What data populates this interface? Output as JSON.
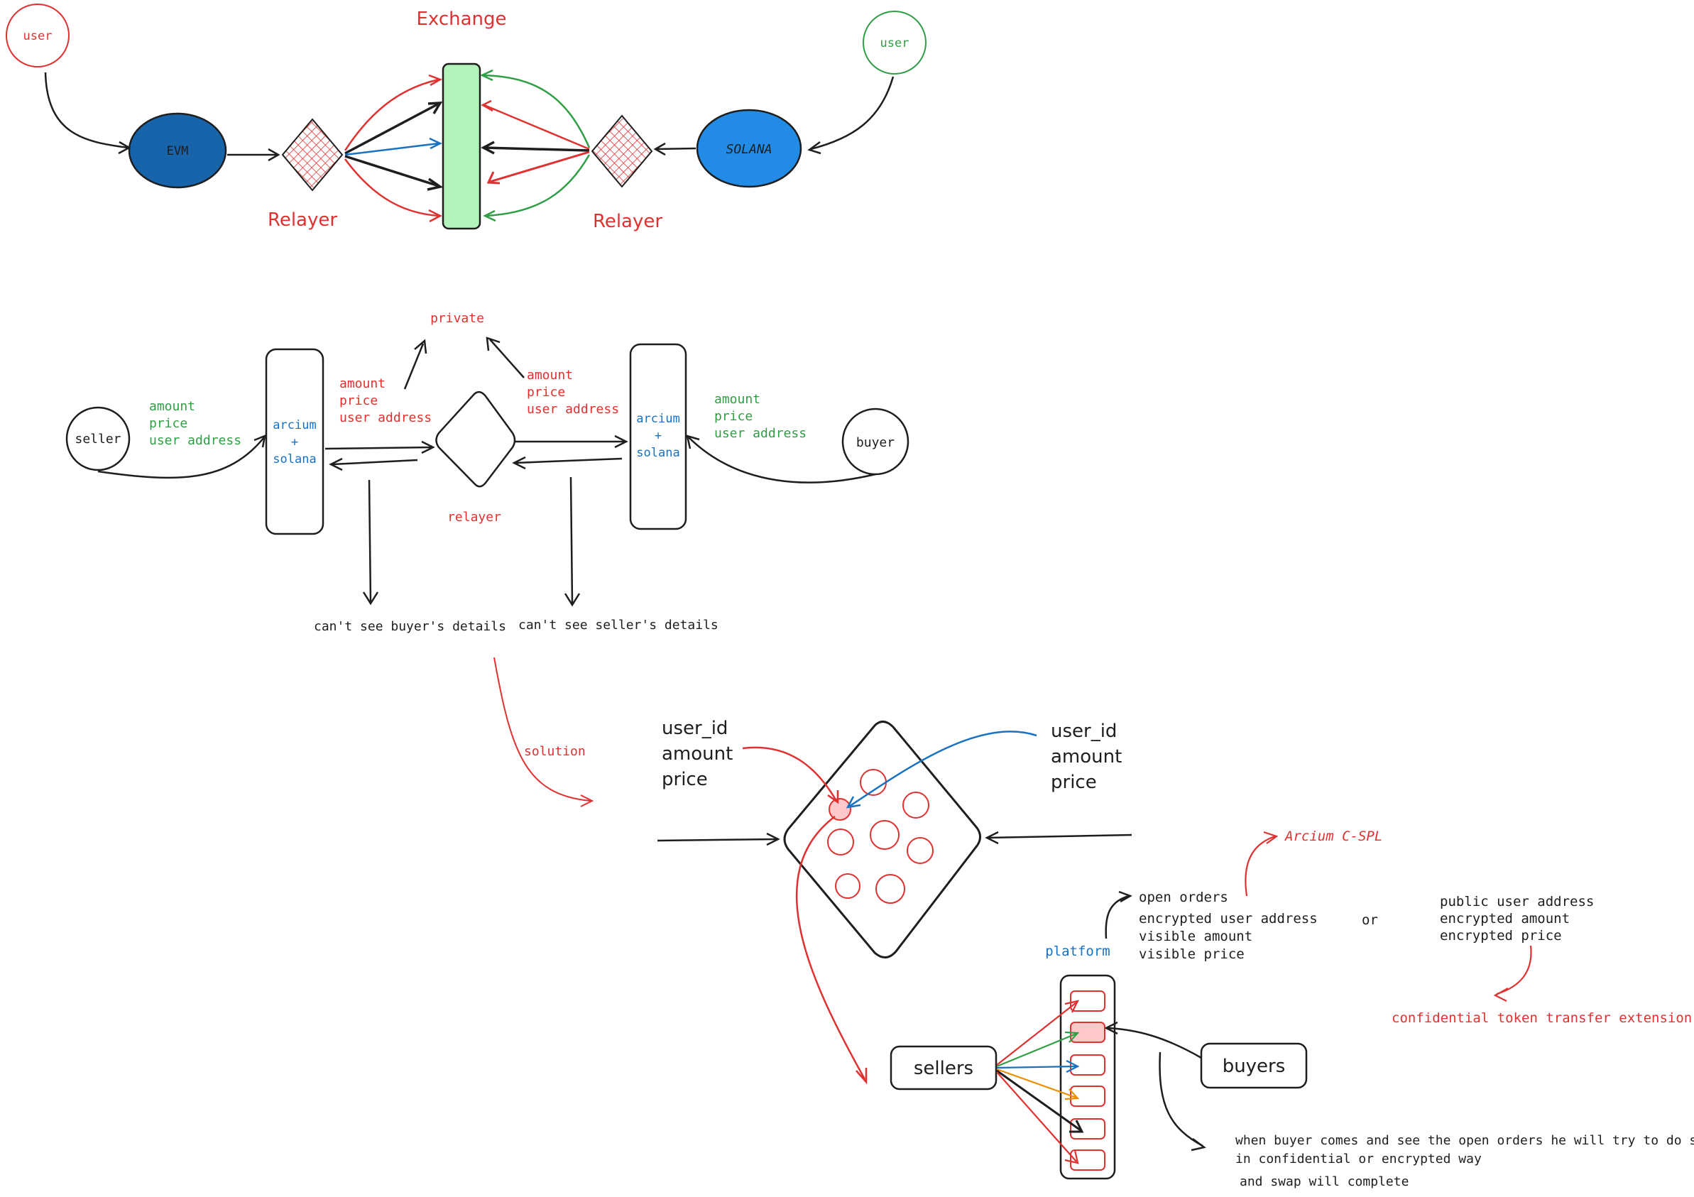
{
  "colors": {
    "red": "#e03131",
    "green": "#2f9e44",
    "blue": "#1971c2",
    "dark_blue": "#1864ab",
    "light_blue": "#228be6",
    "black": "#1e1e1e",
    "orange": "#f08c00",
    "exchange_fill": "#b2f2bb",
    "pink_fill": "#ffc9c9"
  },
  "top": {
    "user_left": "user",
    "user_right": "user",
    "exchange_label": "Exchange",
    "evm_label": "EVM",
    "solana_label": "SOLANA",
    "relayer_left_label": "Relayer",
    "relayer_right_label": "Relayer"
  },
  "middle": {
    "seller": "seller",
    "buyer": "buyer",
    "seller_fields": [
      "amount",
      "price",
      "user address"
    ],
    "buyer_fields": [
      "amount",
      "price",
      "user address"
    ],
    "left_box_lines": [
      "arcium",
      "+",
      "solana"
    ],
    "right_box_lines": [
      "arcium",
      "+",
      "solana"
    ],
    "private_label": "private",
    "left_red_fields": [
      "amount",
      "price",
      "user address"
    ],
    "right_red_fields": [
      "amount",
      "price",
      "user address"
    ],
    "relayer_label": "relayer",
    "cant_see_buyer": "can't see buyer's details",
    "cant_see_seller": "can't see seller's details",
    "solution_label": "solution"
  },
  "bottom": {
    "left_fields": [
      "user_id",
      "amount",
      "price"
    ],
    "right_fields": [
      "user_id",
      "amount",
      "price"
    ],
    "platform_label": "platform",
    "open_orders_lines": [
      "open orders",
      "encrypted  user address",
      "visible amount",
      "visible price"
    ],
    "or_label": "or",
    "public_lines": [
      "public  user address",
      "encrypted  amount",
      "encrypted  price"
    ],
    "arcium_cspl": "Arcium C-SPL",
    "confidential_ext": "confidential token transfer extension",
    "sellers_label": "sellers",
    "buyers_label": "buyers",
    "swap_lines": [
      "when buyer comes and see the open orders he will try to do swap",
      "in confidential or encrypted way"
    ],
    "swap_complete": "and swap will complete"
  }
}
